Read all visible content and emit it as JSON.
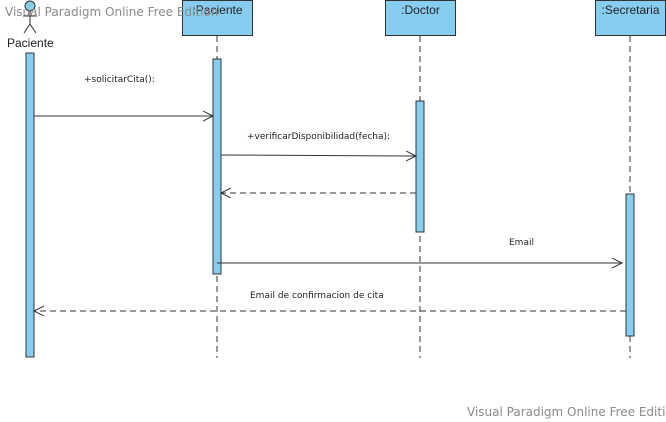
{
  "watermark": {
    "top": "Visual Paradigm Online Free Edition",
    "bottom": "Visual Paradigm Online Free Edition"
  },
  "colors": {
    "activation_fill": "#87cdf0",
    "stroke": "#333333"
  },
  "actor": {
    "label": "Paciente",
    "icon": "stick-figure-icon"
  },
  "lifelines": [
    {
      "id": "paciente",
      "label": ":Paciente"
    },
    {
      "id": "doctor",
      "label": ":Doctor"
    },
    {
      "id": "secretaria",
      "label": ":Secretaria"
    }
  ],
  "messages": [
    {
      "id": "solicitar-cita",
      "label": "+solicitarCita():",
      "kind": "synchronous",
      "from": "actor",
      "to": "paciente"
    },
    {
      "id": "verificar-disponibilidad",
      "label": "+verificarDisponibilidad(fecha):",
      "kind": "synchronous",
      "from": "paciente",
      "to": "doctor"
    },
    {
      "id": "doctor-return",
      "label": "",
      "kind": "return",
      "from": "doctor",
      "to": "paciente"
    },
    {
      "id": "email",
      "label": "Email",
      "kind": "synchronous",
      "from": "paciente",
      "to": "secretaria"
    },
    {
      "id": "email-confirmacion",
      "label": "Email de confirmacion de cita",
      "kind": "return",
      "from": "secretaria",
      "to": "actor"
    }
  ]
}
